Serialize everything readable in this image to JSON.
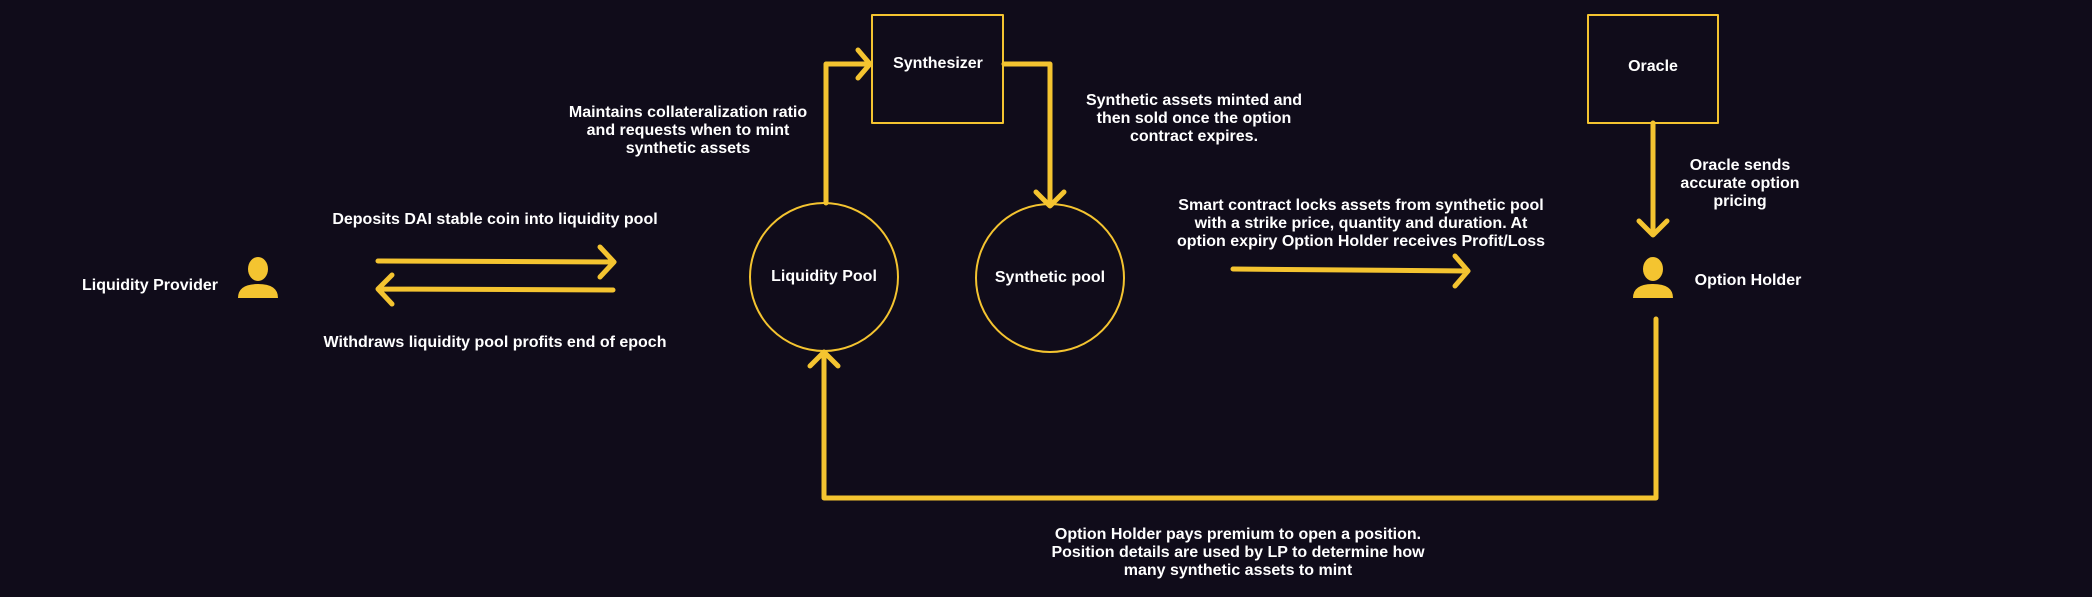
{
  "colors": {
    "background": "#100c1a",
    "accent": "#f4c430",
    "text": "#ffffff"
  },
  "nodes": {
    "liquidity_provider": "Liquidity Provider",
    "liquidity_pool": "Liquidity Pool",
    "synthesizer": "Synthesizer",
    "synthetic_pool": "Synthetic pool",
    "oracle": "Oracle",
    "option_holder": "Option Holder"
  },
  "edges": {
    "deposits": "Deposits DAI stable coin into liquidity pool",
    "withdraws": "Withdraws liquidity pool profits end of epoch",
    "maintains": [
      "Maintains collateralization ratio",
      "and requests when to mint",
      "synthetic assets"
    ],
    "minted": [
      "Synthetic assets minted and",
      "then sold once the option",
      "contract expires."
    ],
    "smart_contract": [
      "Smart contract locks assets from synthetic pool",
      "with a strike price, quantity and duration. At",
      "option expiry Option Holder receives Profit/Loss"
    ],
    "oracle_sends": [
      "Oracle sends",
      "accurate option",
      "pricing"
    ],
    "premium": [
      "Option Holder pays premium to open a position.",
      "Position details are used by LP to determine how",
      "many synthetic assets to mint"
    ]
  }
}
